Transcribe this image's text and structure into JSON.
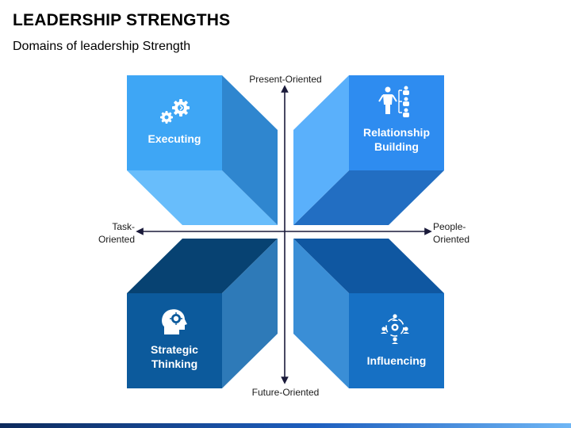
{
  "header": {
    "title": "LEADERSHIP STRENGTHS",
    "subtitle": "Domains of leadership Strength"
  },
  "axes": {
    "top": "Present-Oriented",
    "bottom": "Future-Oriented",
    "left_line1": "Task-",
    "left_line2": "Oriented",
    "right_line1": "People-",
    "right_line2": "Oriented"
  },
  "quadrants": {
    "top_left": {
      "line1": "Executing",
      "line2": "",
      "icon": "gears-icon",
      "front": "#3ea6f5",
      "side": "#2f86cf",
      "floor": "#68bdfb"
    },
    "top_right": {
      "line1": "Relationship",
      "line2": "Building",
      "icon": "team-org-icon",
      "front": "#2e8cf0",
      "side": "#5ab0fb",
      "floor": "#226ec2"
    },
    "bottom_left": {
      "line1": "Strategic",
      "line2": "Thinking",
      "icon": "head-idea-icon",
      "front": "#0c5a9c",
      "side": "#2e7ab8",
      "floor": "#074272"
    },
    "bottom_right": {
      "line1": "Influencing",
      "line2": "",
      "icon": "network-people-icon",
      "front": "#1670c4",
      "side": "#3a8ed6",
      "floor": "#0f57a1"
    }
  },
  "colors": {
    "axis": "#1a1a3a",
    "bar_dark": "#0d2a5c",
    "bar_light": "#6fb6f5"
  }
}
